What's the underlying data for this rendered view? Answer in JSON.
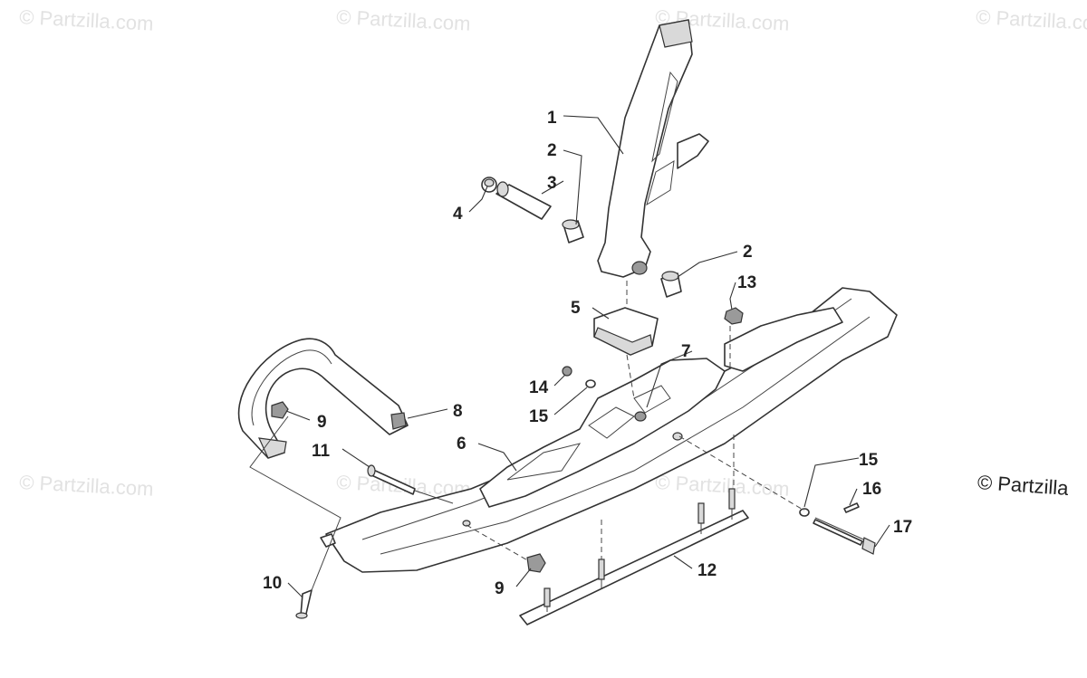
{
  "watermark": "© Partzilla.com",
  "watermark_main": "© Partzilla",
  "callouts": [
    "1",
    "2",
    "3",
    "4",
    "2",
    "13",
    "5",
    "7",
    "14",
    "15",
    "8",
    "9",
    "6",
    "11",
    "15",
    "16",
    "17",
    "12",
    "9",
    "10"
  ]
}
